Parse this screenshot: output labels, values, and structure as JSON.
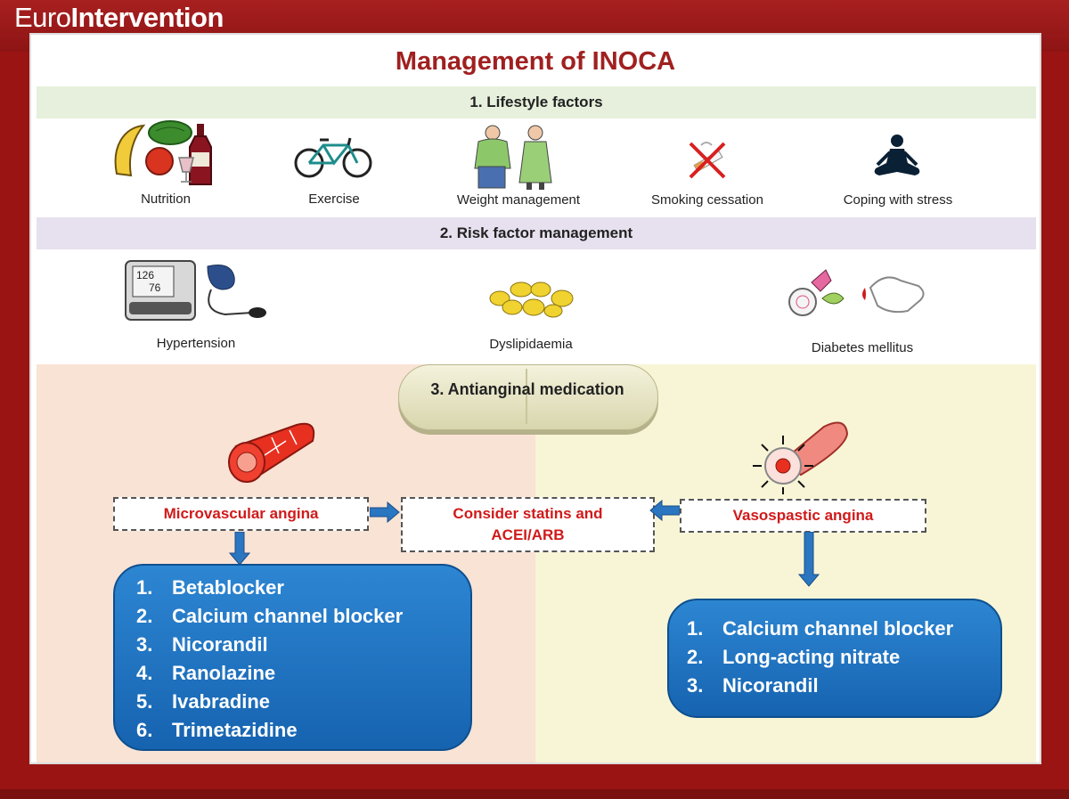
{
  "header": {
    "brand_part1": "Euro",
    "brand_part2": "Intervention"
  },
  "slide": {
    "title": "Management of INOCA",
    "section1": {
      "heading": "1. Lifestyle factors",
      "items": [
        {
          "label": "Nutrition",
          "icon": "nutrition-icon"
        },
        {
          "label": "Exercise",
          "icon": "bicycle-icon"
        },
        {
          "label": "Weight management",
          "icon": "weight-icon"
        },
        {
          "label": "Smoking cessation",
          "icon": "no-smoking-icon"
        },
        {
          "label": "Coping with stress",
          "icon": "meditation-icon"
        }
      ]
    },
    "section2": {
      "heading": "2. Risk factor management",
      "items": [
        {
          "label": "Hypertension",
          "icon": "blood-pressure-monitor-icon"
        },
        {
          "label": "Dyslipidaemia",
          "icon": "lipid-droplets-icon"
        },
        {
          "label": "Diabetes mellitus",
          "icon": "blood-glucose-icon"
        }
      ],
      "monitor_reading_1": "126",
      "monitor_reading_2": "76"
    },
    "section3": {
      "heading": "3. Antianginal medication",
      "microvascular": "Microvascular angina",
      "center_line1": "Consider statins and",
      "center_line2": "ACEI/ARB",
      "vasospastic": "Vasospastic angina",
      "micro_list": [
        {
          "num": "1.",
          "text": "Betablocker"
        },
        {
          "num": "2.",
          "text": "Calcium channel blocker"
        },
        {
          "num": "3.",
          "text": "Nicorandil"
        },
        {
          "num": "4.",
          "text": "Ranolazine"
        },
        {
          "num": "5.",
          "text": "Ivabradine"
        },
        {
          "num": "6.",
          "text": "Trimetazidine"
        }
      ],
      "vaso_list": [
        {
          "num": "1.",
          "text": "Calcium channel blocker"
        },
        {
          "num": "2.",
          "text": "Long-acting nitrate"
        },
        {
          "num": "3.",
          "text": "Nicorandil"
        }
      ]
    }
  },
  "colors": {
    "brand_red": "#a01a1a",
    "title_red": "#a02020",
    "angina_red": "#d01a1a",
    "list_blue": "#1f74c2",
    "band_green": "#e6f0dc",
    "band_purple": "#e7e0ee",
    "panel_peach": "#f9e3d5",
    "panel_yellow": "#f8f5d6"
  }
}
